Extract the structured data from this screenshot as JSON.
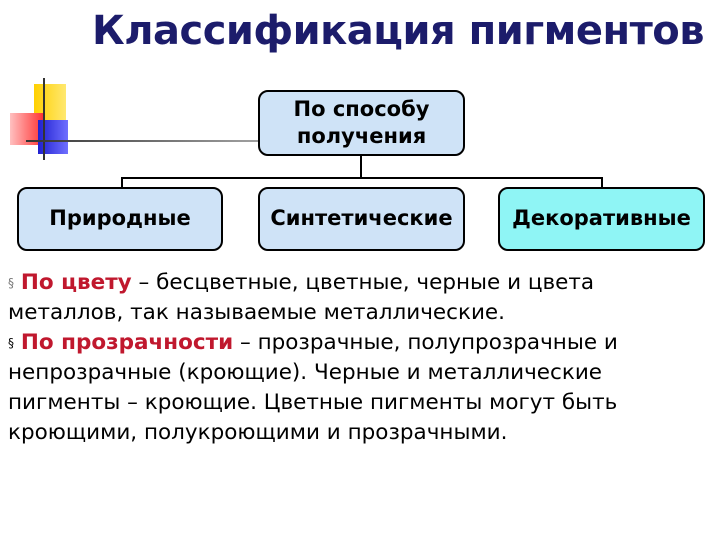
{
  "title": "Классификация пигментов",
  "diagram": {
    "root": "По способу получения",
    "children": [
      "Природные",
      "Синтетические",
      "Декоративные"
    ]
  },
  "body": {
    "items": [
      {
        "bullet": "§",
        "highlight": "По цвету",
        "text": " – бесцветные, цветные, черные и цвета металлов, так называемые металлические."
      },
      {
        "bullet": "§",
        "highlight": "По прозрачности",
        "text": " – прозрачные, полупрозрачные и непрозрачные (кроющие). Черные и металлические пигменты – кроющие. Цветные пигменты могут быть кроющими, полукроющими и прозрачными."
      }
    ]
  },
  "colors": {
    "title": "#1c1c6b",
    "highlight": "#c0182e",
    "box": "#cfe3f7",
    "box_accent": "#8ff5f5"
  }
}
